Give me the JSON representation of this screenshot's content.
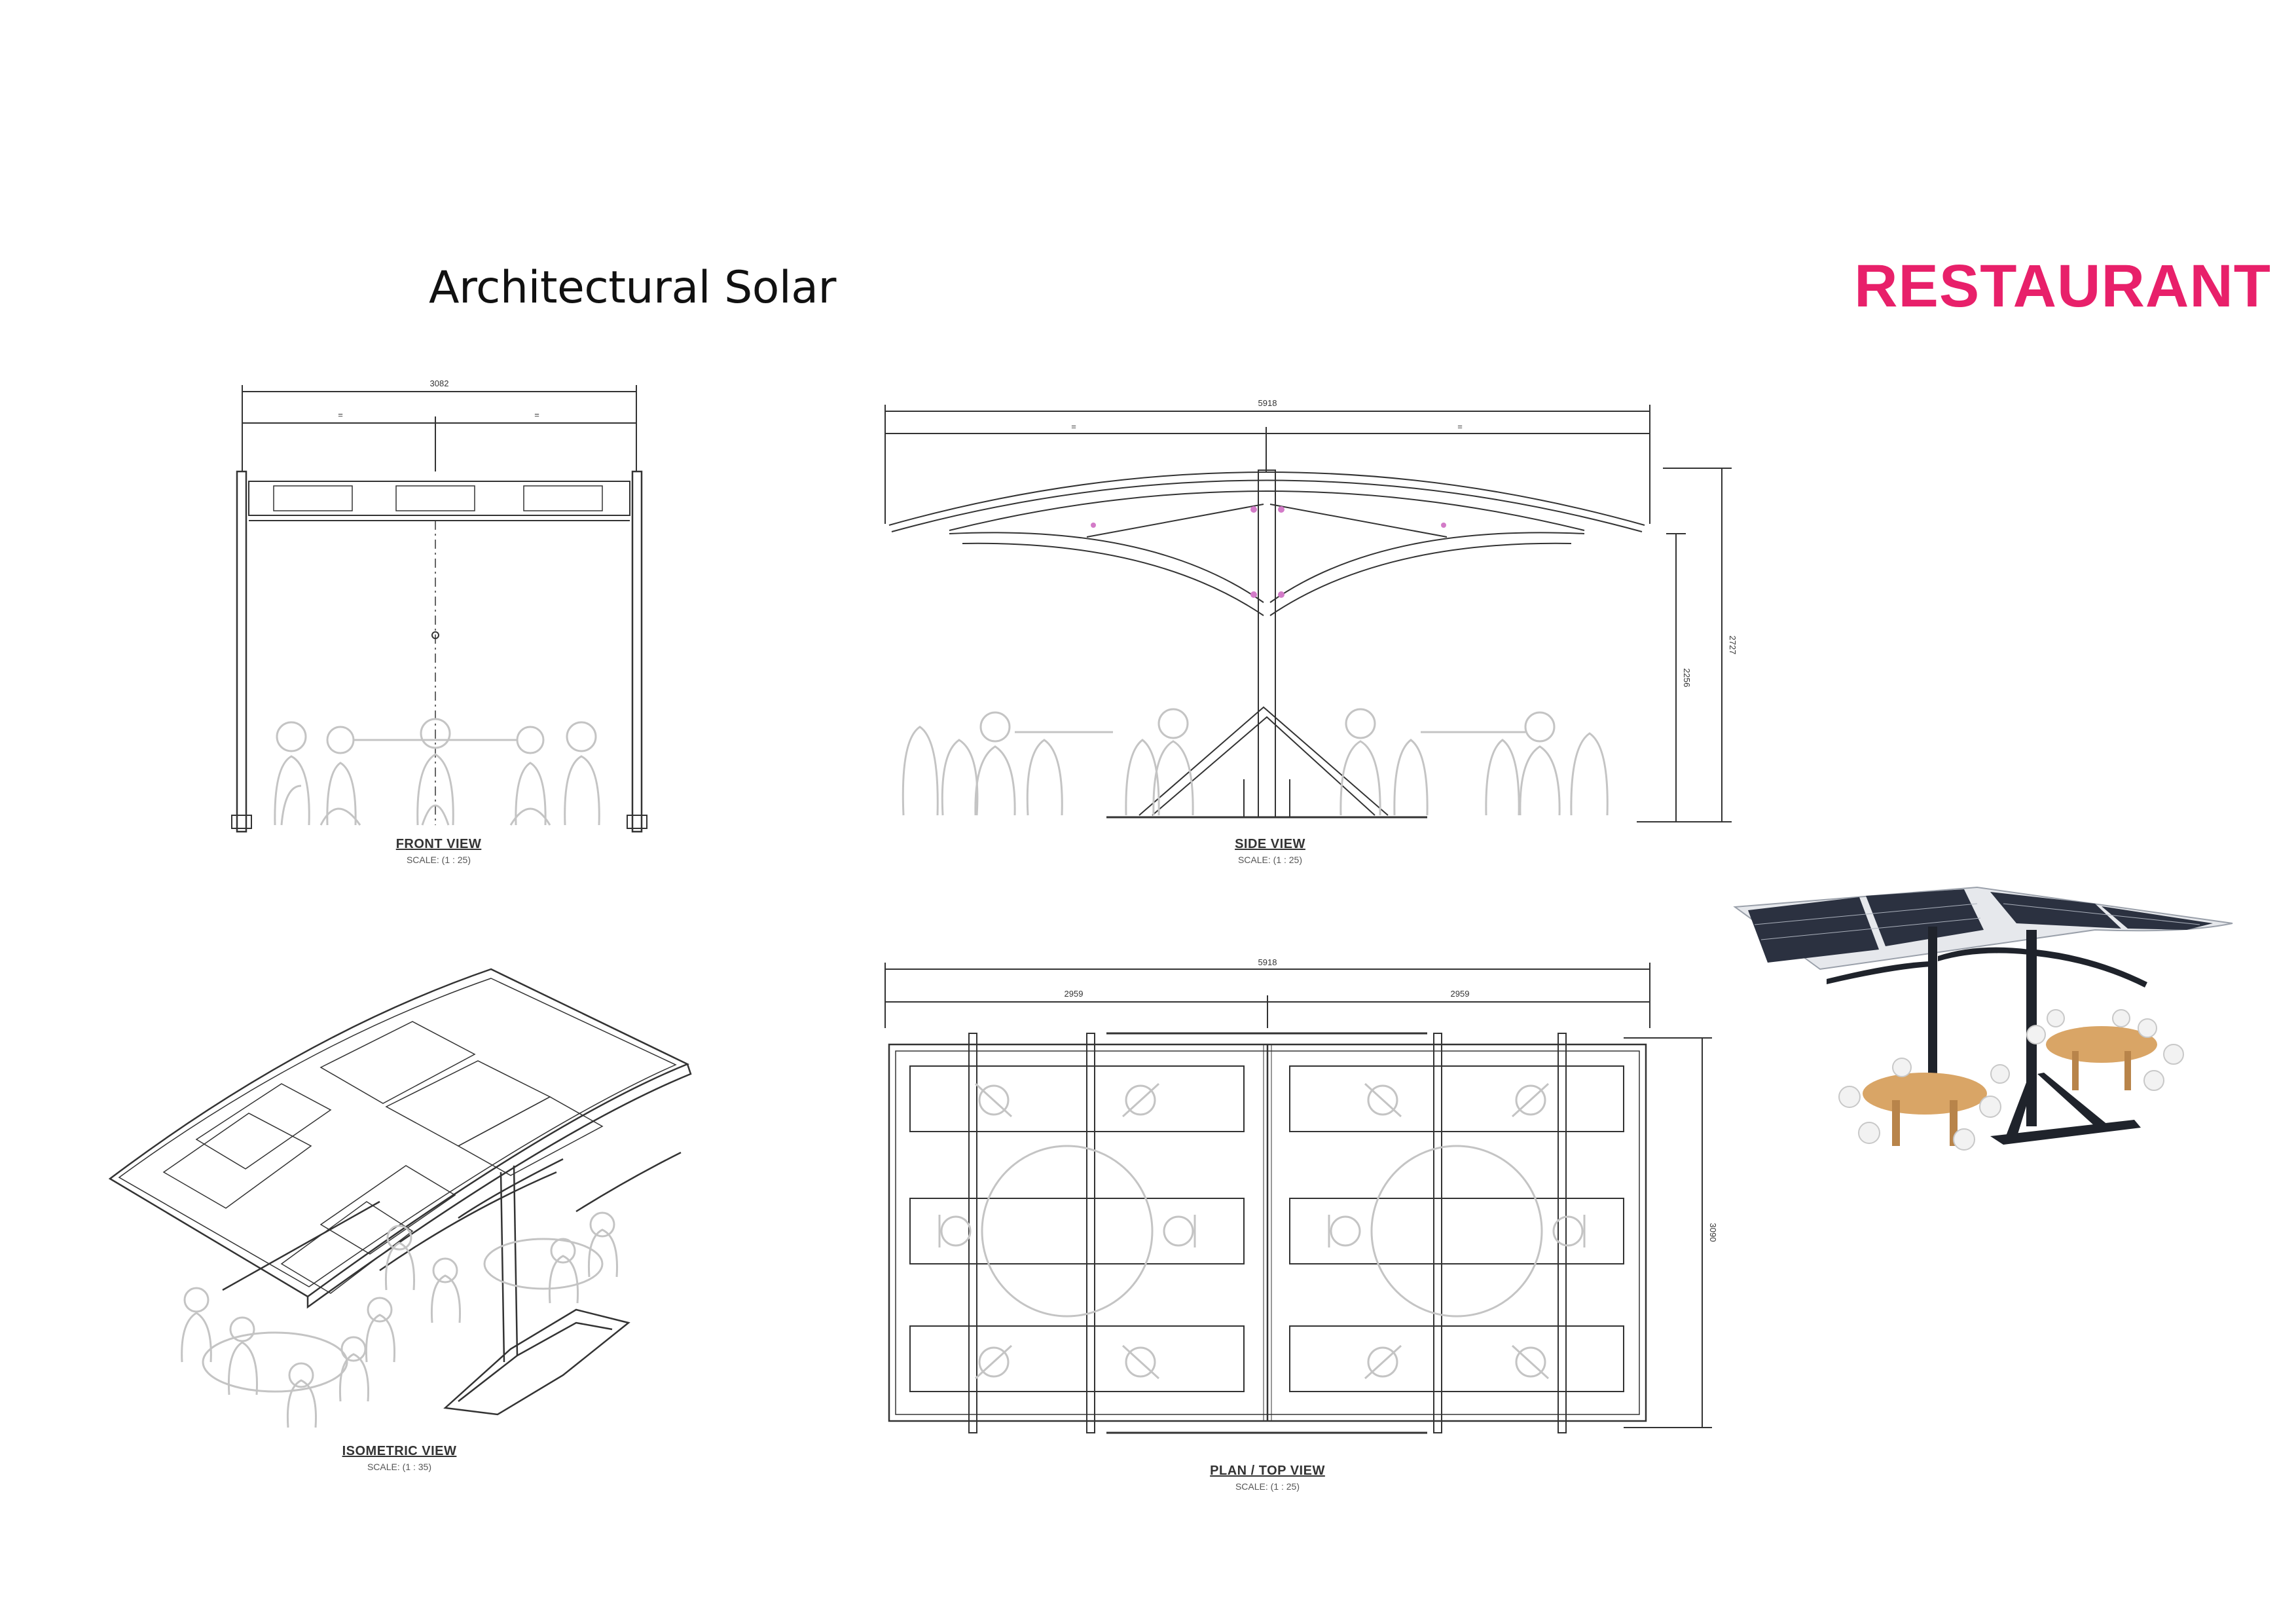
{
  "header": {
    "title": "Architectural Solar",
    "product": "RESTAURANT"
  },
  "views": {
    "front": {
      "name": "FRONT VIEW",
      "scale": "SCALE: (1 : 25)",
      "width": "3082",
      "half_a": "=",
      "half_b": "="
    },
    "side": {
      "name": "SIDE VIEW",
      "scale": "SCALE: (1 : 25)",
      "width": "5918",
      "half_a": "=",
      "half_b": "=",
      "height_a": "2256",
      "height_b": "2727"
    },
    "isometric": {
      "name": "ISOMETRIC VIEW",
      "scale": "SCALE: (1 : 35)"
    },
    "plan": {
      "name": "PLAN / TOP VIEW",
      "scale": "SCALE: (1 : 25)",
      "width": "5918",
      "half_a": "2959",
      "half_b": "2959",
      "depth": "3090"
    }
  },
  "colors": {
    "accent": "#e8206a",
    "line": "#333333",
    "furniture": "#bcbcbc",
    "wood": "#d9a566",
    "panel": "#2b3140"
  }
}
